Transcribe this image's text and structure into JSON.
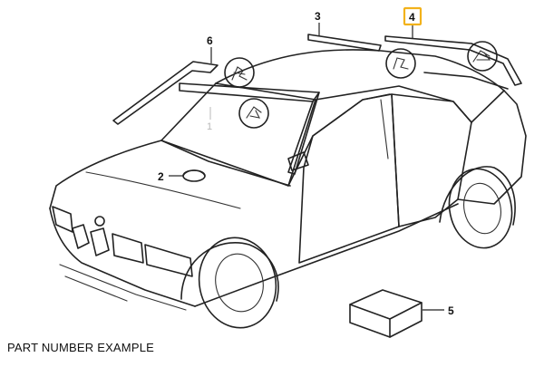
{
  "diagram": {
    "caption": "PART NUMBER EXAMPLE",
    "callouts": [
      {
        "id": "1",
        "label": "1",
        "highlighted": false,
        "faint": true
      },
      {
        "id": "2",
        "label": "2",
        "highlighted": false,
        "faint": false
      },
      {
        "id": "3",
        "label": "3",
        "highlighted": false,
        "faint": false
      },
      {
        "id": "4",
        "label": "4",
        "highlighted": true,
        "faint": false
      },
      {
        "id": "5",
        "label": "5",
        "highlighted": false,
        "faint": false
      },
      {
        "id": "6",
        "label": "6",
        "highlighted": false,
        "faint": false
      }
    ],
    "highlight_color": "#f2b21b",
    "line_color": "#222222"
  }
}
